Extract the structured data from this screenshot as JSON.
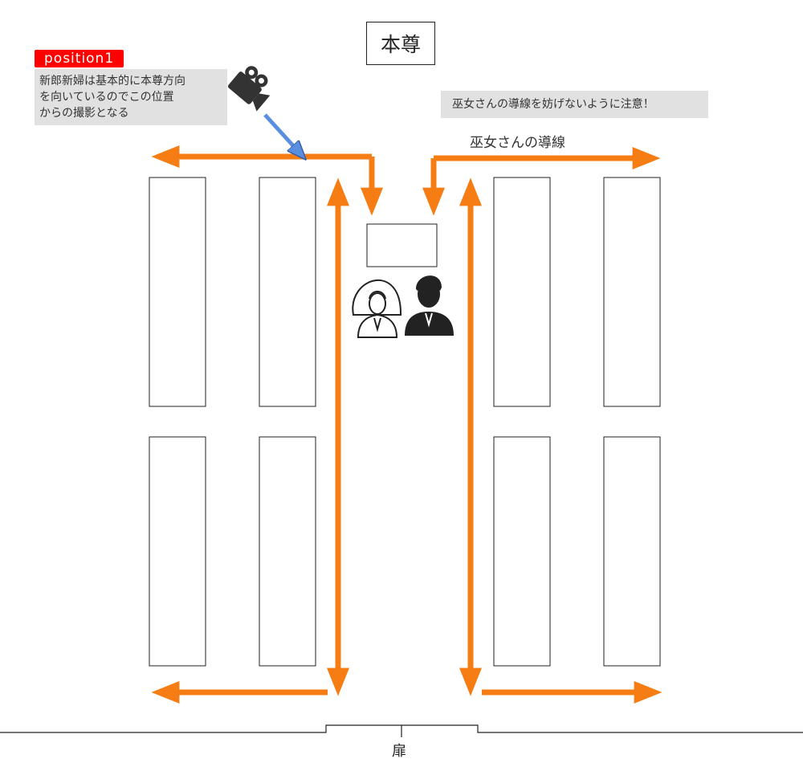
{
  "altar_label": "本尊",
  "camera_note": {
    "badge": "position1",
    "lines": [
      "新郎新婦は基本的に本尊方向",
      "を向いているのでこの位置",
      "からの撮影となる"
    ]
  },
  "warning_note": "巫女さんの導線を妨げないように注意！",
  "route_label": "巫女さんの導線",
  "door_label": "扉",
  "icons": [
    "video-camera-icon",
    "bride-icon",
    "groom-icon"
  ],
  "colors": {
    "route_arrow": "#f57d14",
    "camera_arrow": "#5a8fe0",
    "badge": "#ff0000",
    "note_bg": "#e1e1e1"
  }
}
